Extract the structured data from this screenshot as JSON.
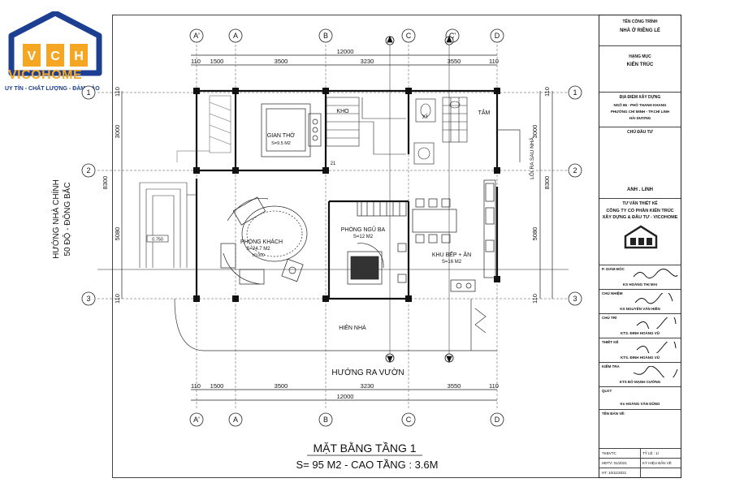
{
  "logo": {
    "letters": [
      "V",
      "C",
      "H"
    ],
    "name": "VICOHOME",
    "tagline": "UY TÍN - CHẤT LƯỢNG - ĐẢM BẢO"
  },
  "grid": {
    "columns": [
      "A'",
      "A",
      "B",
      "C",
      "C'",
      "D"
    ],
    "rows": [
      "1",
      "2",
      "3"
    ],
    "overall_width": "12000",
    "top_dims": [
      "110",
      "1500",
      "3500",
      "3230",
      "3550",
      "110"
    ],
    "bottom_dims": [
      "110",
      "1500",
      "3500",
      "3230",
      "3550",
      "110"
    ],
    "left_dims": [
      "110",
      "3000",
      "8300",
      "5080",
      "110"
    ],
    "right_dims": [
      "110",
      "3000",
      "8300",
      "5080",
      "110"
    ],
    "level_mark": "0.750"
  },
  "rooms": {
    "kho": "KHO",
    "altar": "GIAN THỜ",
    "altar_area": "S=9.5 M2",
    "stair_no": "21",
    "wc": "XÍ",
    "bath": "TẮM",
    "living": "PHÒNG KHÁCH",
    "living_area": "S=24.7 M2",
    "living_level": "±0.000",
    "bedroom": "PHÒNG NGỦ BA",
    "bedroom_area": "S=12 M2",
    "kitchen": "KHU BẾP + ĂN",
    "kitchen_area": "S=16 M2",
    "porch": "HIÊN NHÀ",
    "back_exit": "LỐI RA SAU NHÀ"
  },
  "labels": {
    "main_direction": "HƯỚNG NHÀ CHÍNH",
    "main_direction_deg": "50 ĐỘ - ĐÔNG BẮC",
    "garden": "HƯỚNG RA VƯỜN",
    "plan_title": "MẶT BẰNG TẦNG 1",
    "plan_subtitle": "S= 95 M2 - CAO TẦNG : 3.6M"
  },
  "title_block": {
    "project_label": "TÊN CÔNG TRÌNH",
    "project": "NHÀ Ở RIÊNG LẺ",
    "category_label": "HẠNG MỤC",
    "category": "KIẾN TRÚC",
    "location_label": "ĐỊA ĐIỂM XÂY DỰNG",
    "location_lines": [
      "NGÕ 86 - PHỐ THANH KHANG",
      "PHƯỜNG CHÍ MINH - TP.CHÍ LINH",
      "HẢI DƯƠNG"
    ],
    "owner_label": "CHỦ ĐẦU TƯ",
    "owner": "ANH . LINH",
    "consultant_label": "TƯ VẤN THIẾT KẾ",
    "consultant_lines": [
      "CÔNG TY CỔ PHẦN KIẾN TRÚC",
      "XÂY DỰNG & ĐẦU TƯ - VICOHOME"
    ],
    "roles": [
      {
        "role": "P. GIÁM ĐỐC",
        "name": "KS HOÀNG THỊ MAI"
      },
      {
        "role": "CHỦ NHIỆM",
        "name": "KS NGUYỄN VĂN HIỀN"
      },
      {
        "role": "CHỦ TRÌ",
        "name": "KTS. ĐINH HOÀNG VŨ"
      },
      {
        "role": "THIẾT KẾ",
        "name": "KTS. ĐINH HOÀNG VŨ"
      },
      {
        "role": "KIỂM TRA",
        "name": "KTS ĐỖ MẠNH CƯỜNG"
      },
      {
        "role": "QLKT",
        "name": "Ks HOÀNG VĂN DŨNG"
      }
    ],
    "drawing_name_label": "TÊN BẢN VẼ:",
    "footer": [
      "TKBVTC",
      "TỶ LỆ : 1/",
      "HĐTV: 01/2021",
      "KÝ HIỆU BẢN VẼ",
      "HT: 10/11/2021"
    ]
  }
}
